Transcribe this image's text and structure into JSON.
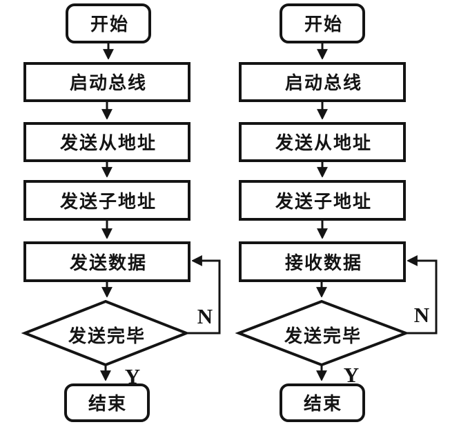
{
  "figure": {
    "background": "#ffffff",
    "ink": "#141414",
    "description": "Two vertical flowcharts side by side"
  },
  "left_chart": {
    "start": "开始",
    "step1": "启动总线",
    "step2": "发送从地址",
    "step3": "发送子地址",
    "step4": "发送数据",
    "decision": "发送完毕",
    "no": "N",
    "yes": "Y",
    "end": "结束"
  },
  "right_chart": {
    "start": "开始",
    "step1": "启动总线",
    "step2": "发送从地址",
    "step3": "发送子地址",
    "step4": "接收数据",
    "decision": "发送完毕",
    "no": "N",
    "yes": "Y",
    "end": "结束"
  }
}
